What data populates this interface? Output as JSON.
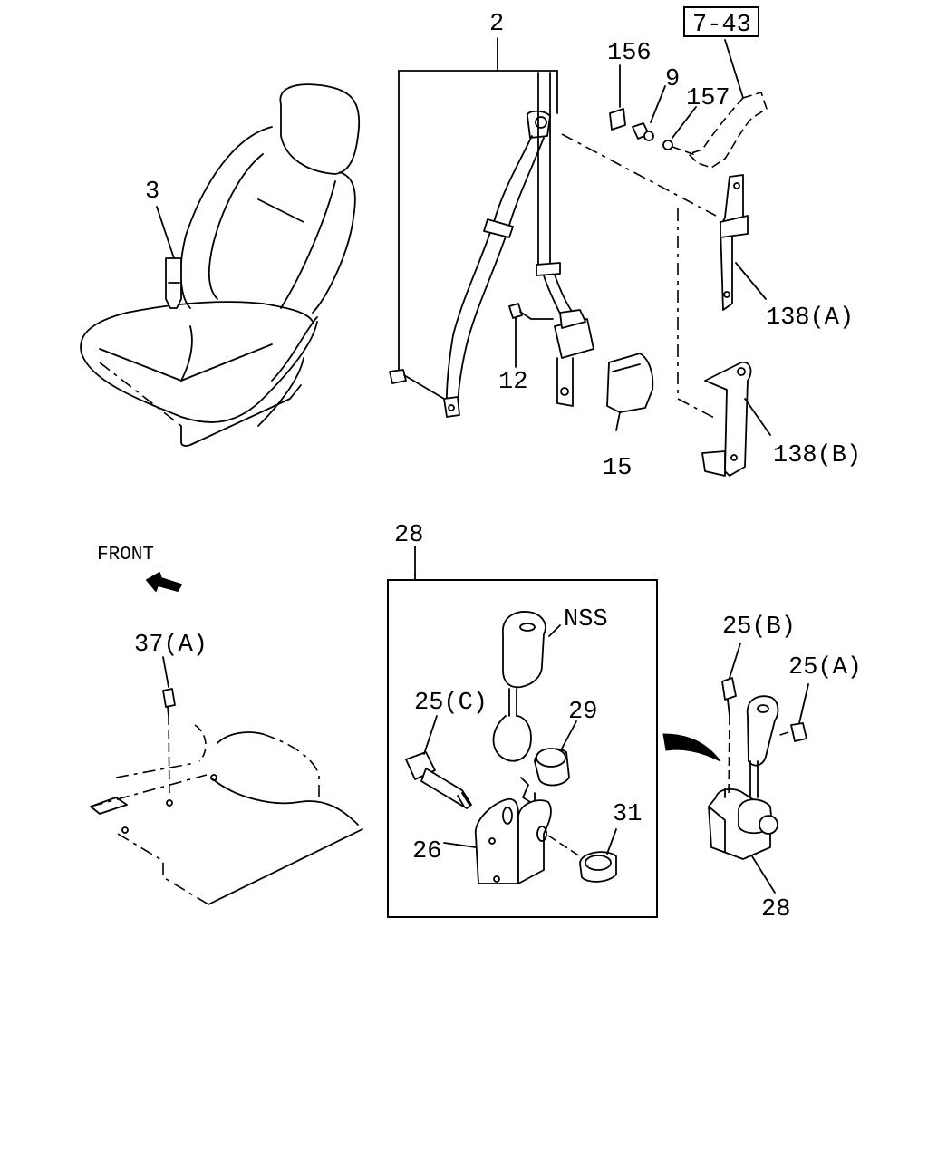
{
  "labels": {
    "l2": "2",
    "l3": "3",
    "l7_43": "7-43",
    "l156": "156",
    "l9": "9",
    "l157": "157",
    "l138a": "138(A)",
    "l138b": "138(B)",
    "l12": "12",
    "l15": "15",
    "l28_top": "28",
    "l28_bot": "28",
    "front": "FRONT",
    "l37a": "37(A)",
    "nss": "NSS",
    "l25c": "25(C)",
    "l29": "29",
    "l31": "31",
    "l26": "26",
    "l25b": "25(B)",
    "l25a": "25(A)"
  }
}
